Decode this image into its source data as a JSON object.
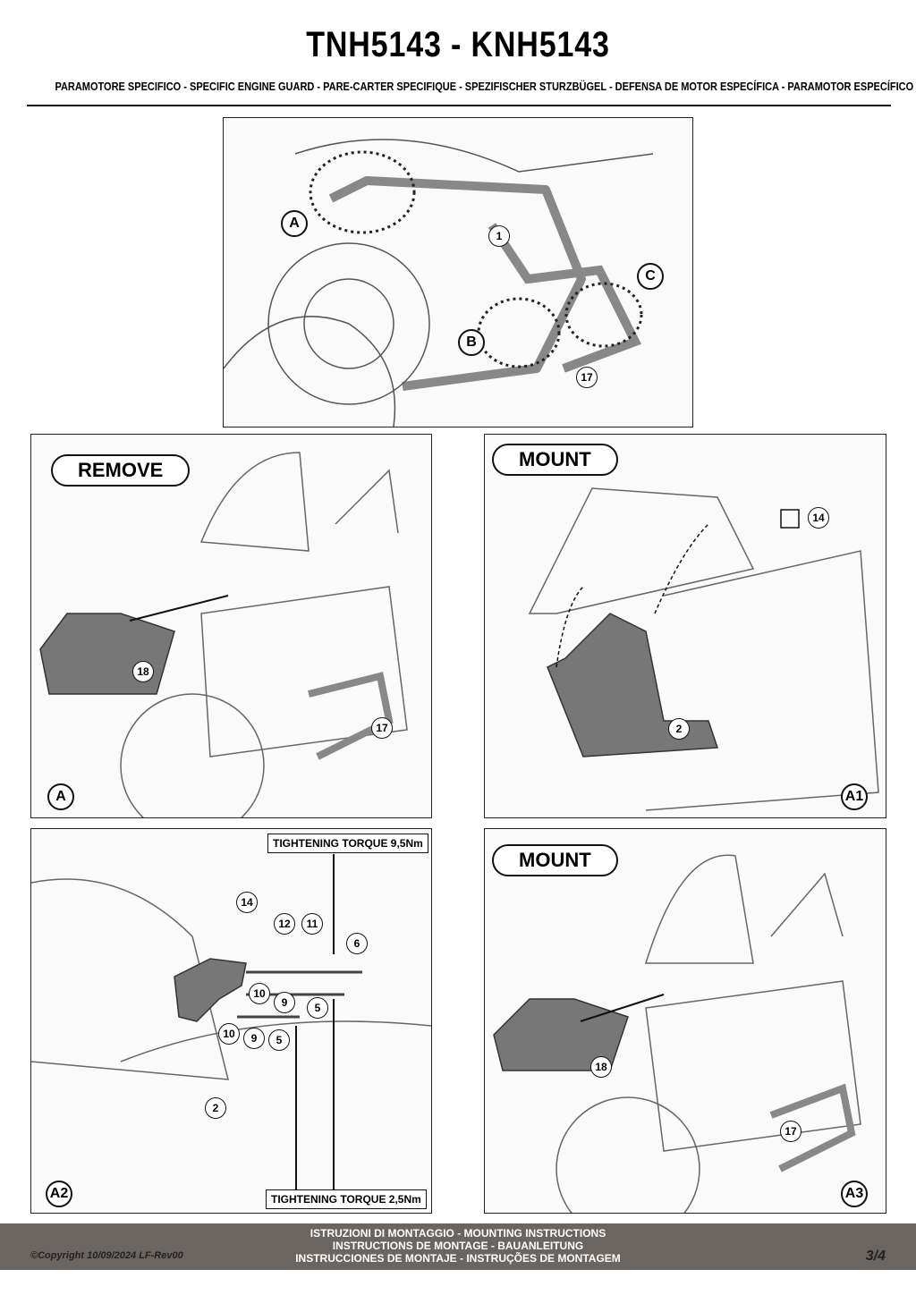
{
  "header": {
    "title": "TNH5143 - KNH5143",
    "subtitle": "PARAMOTORE SPECIFICO  -  SPECIFIC ENGINE GUARD - PARE-CARTER SPECIFIQUE - SPEZIFISCHER STURZBÜGEL - DEFENSA DE MOTOR ESPECÍFICA - PARAMOTOR ESPECÍFICO"
  },
  "overview": {
    "callouts": {
      "a": "A",
      "b": "B",
      "c": "C",
      "p1": "1",
      "p17": "17"
    }
  },
  "panel_a": {
    "label": "REMOVE",
    "step": "A",
    "p18": "18",
    "p17": "17"
  },
  "panel_a1": {
    "label": "MOUNT",
    "step": "A1",
    "p14": "14",
    "p2": "2"
  },
  "panel_a2": {
    "step": "A2",
    "torque_top": "TIGHTENING TORQUE 9,5Nm",
    "torque_bottom": "TIGHTENING TORQUE 2,5Nm",
    "parts": {
      "p14": "14",
      "p12": "12",
      "p11": "11",
      "p6": "6",
      "p10a": "10",
      "p9a": "9",
      "p5a": "5",
      "p10b": "10",
      "p9b": "9",
      "p5b": "5",
      "p2": "2"
    }
  },
  "panel_a3": {
    "label": "MOUNT",
    "step": "A3",
    "p18": "18",
    "p17": "17"
  },
  "footer": {
    "copyright": "©Copyright 10/09/2024 LF-Rev00",
    "line1": "ISTRUZIONI DI MONTAGGIO  -  MOUNTING INSTRUCTIONS",
    "line2": "INSTRUCTIONS DE MONTAGE - BAUANLEITUNG",
    "line3": "INSTRUCCIONES DE MONTAJE - INSTRUÇÕES DE MONTAGEM",
    "page": "3/4"
  }
}
